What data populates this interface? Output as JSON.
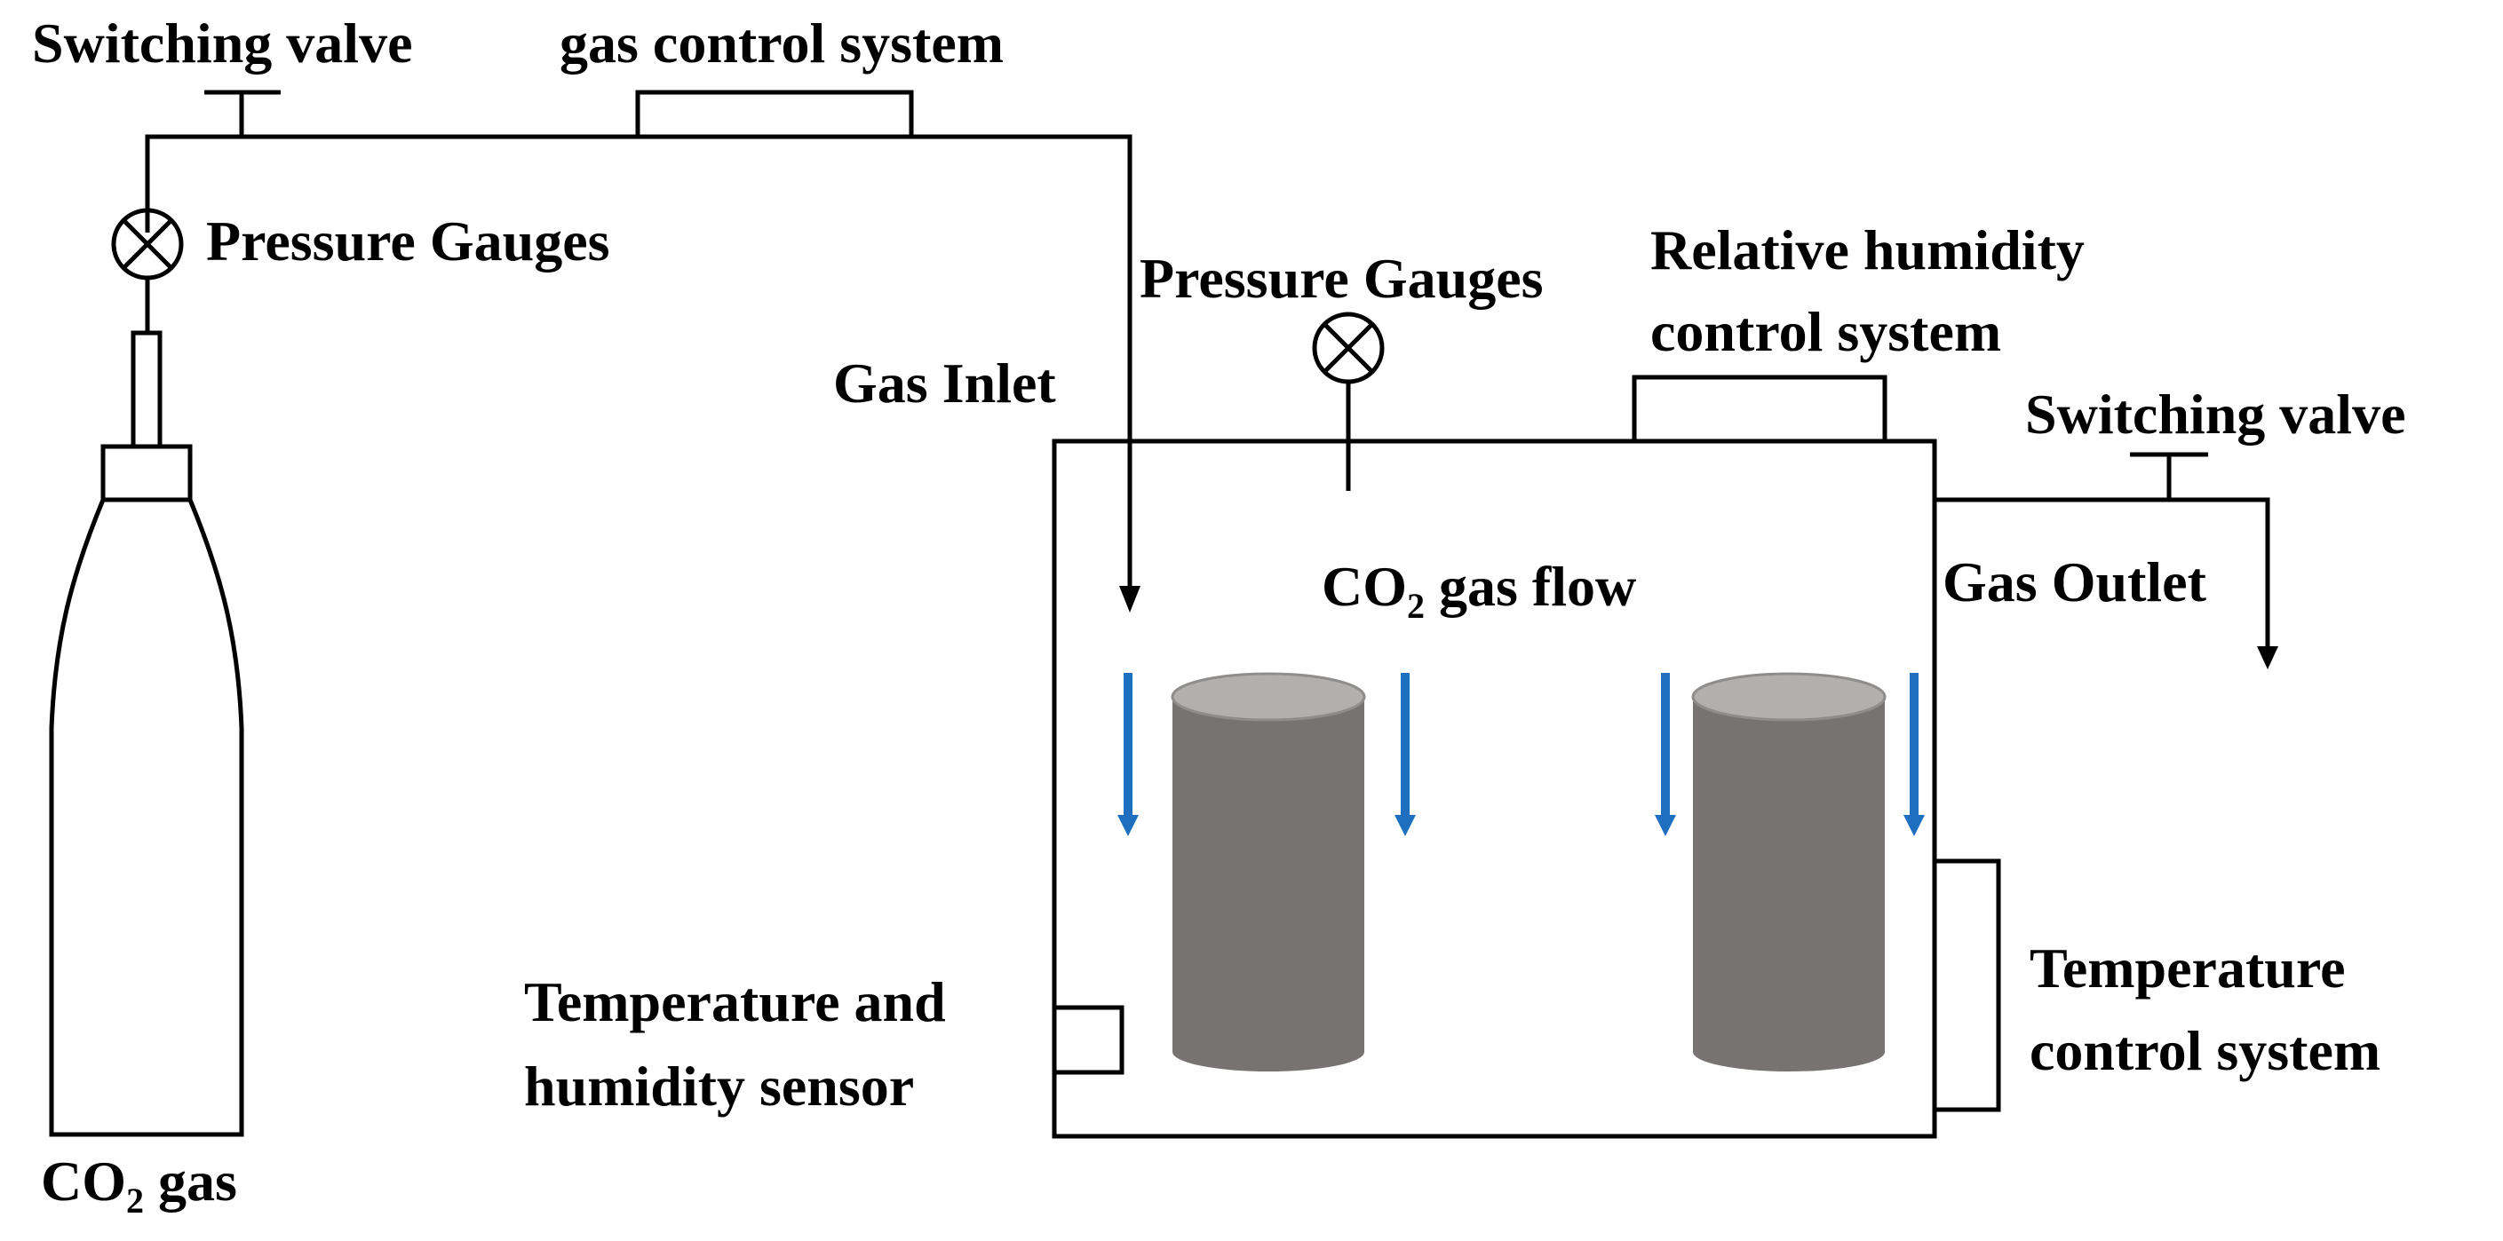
{
  "labels": {
    "switching_valve_left": "Switching valve",
    "gas_control_system": "gas control system",
    "pressure_gauges_left": "Pressure Gauges",
    "co2_gas_prefix": "CO",
    "co2_gas_sub": "2",
    "co2_gas_suffix": " gas",
    "gas_inlet": "Gas Inlet",
    "pressure_gauges_chamber": "Pressure Gauges",
    "relative_humidity_line1": "Relative humidity",
    "relative_humidity_line2": "control system",
    "switching_valve_right": "Switching valve",
    "gas_outlet": "Gas Outlet",
    "co2_flow_prefix": "CO",
    "co2_flow_sub": "2",
    "co2_flow_suffix": " gas flow",
    "temp_humidity_sensor_line1": "Temperature and",
    "temp_humidity_sensor_line2": "humidity sensor",
    "temp_control_line1": "Temperature",
    "temp_control_line2": "control system"
  },
  "colors": {
    "line": "#000000",
    "flow_arrow": "#1f6fc0",
    "specimen_body": "#767372",
    "specimen_top": "#b1b0ae"
  },
  "icons": [
    "valve-icon",
    "pressure-gauge-icon",
    "gas-cylinder-icon",
    "flow-arrow-icon",
    "specimen-cylinder-icon"
  ]
}
